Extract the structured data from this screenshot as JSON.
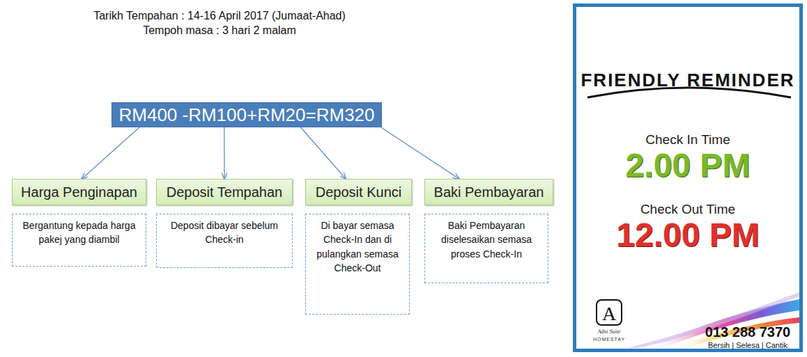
{
  "diagram": {
    "nodes": [
      {
        "text": [
          "RM400 -RM100+RM20=RM320"
        ]
      },
      {
        "text": [
          "Harga Penginapan"
        ]
      },
      {
        "text": [
          "Deposit Tempahan"
        ]
      },
      {
        "text": [
          "Deposit Kunci"
        ]
      },
      {
        "text": [
          "Baki Pembayaran"
        ]
      },
      {
        "text": [
          "Bergantung kepada harga pakej yang diambil"
        ]
      },
      {
        "text": [
          "Deposit dibayar sebelum Check-in"
        ]
      },
      {
        "text": [
          "Di bayar semasa Check-In dan di pulangkan semasa Check-Out"
        ]
      },
      {
        "text": [
          "Baki Pembayaran diselesaikan semasa proses Check-In"
        ]
      },
      {
        "text": [
          "FRIENDLY REMINDER",
          "Check In Time",
          "2.00 PM",
          "Check Out Time",
          "12.00 PM",
          "013 288 7370",
          "Bersih | Selesa | Cantik"
        ]
      },
      {
        "text": [
          "A",
          "Adni Suite",
          "HOMESTAY"
        ],
        "in": 9
      }
    ],
    "edges": [
      {
        "from": 0,
        "to": 1,
        "arrow": "to"
      },
      {
        "from": 0,
        "to": 2,
        "arrow": "to"
      },
      {
        "from": 0,
        "to": 3,
        "arrow": "to"
      },
      {
        "from": 0,
        "to": 4,
        "arrow": "to"
      }
    ],
    "labels": [
      "Tarikh Tempahan : 14-16 April 2017 (Jumaat-Ahad)",
      "Tempoh masa : 3 hari 2 malam"
    ]
  }
}
